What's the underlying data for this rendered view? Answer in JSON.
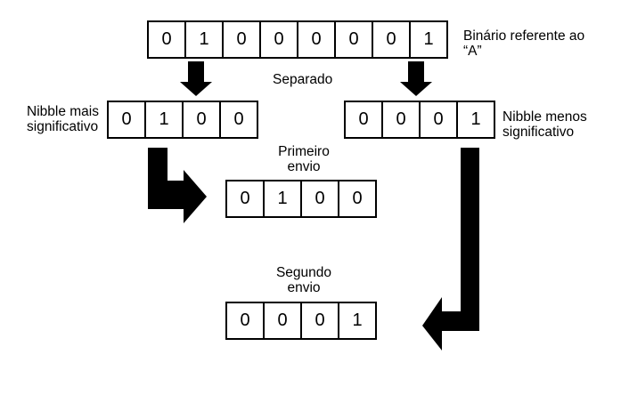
{
  "original_bits": [
    "0",
    "1",
    "0",
    "0",
    "0",
    "0",
    "0",
    "1"
  ],
  "original_label_line1": "Binário referente ao",
  "original_label_line2": "“A”",
  "separated_label": "Separado",
  "high_nibble": {
    "bits": [
      "0",
      "1",
      "0",
      "0"
    ],
    "label_line1": "Nibble mais",
    "label_line2": "significativo"
  },
  "low_nibble": {
    "bits": [
      "0",
      "0",
      "0",
      "1"
    ],
    "label_line1": "Nibble menos",
    "label_line2": "significativo"
  },
  "first_send": {
    "label_line1": "Primeiro",
    "label_line2": "envio",
    "bits": [
      "0",
      "1",
      "0",
      "0"
    ]
  },
  "second_send": {
    "label_line1": "Segundo",
    "label_line2": "envio",
    "bits": [
      "0",
      "0",
      "0",
      "1"
    ]
  }
}
